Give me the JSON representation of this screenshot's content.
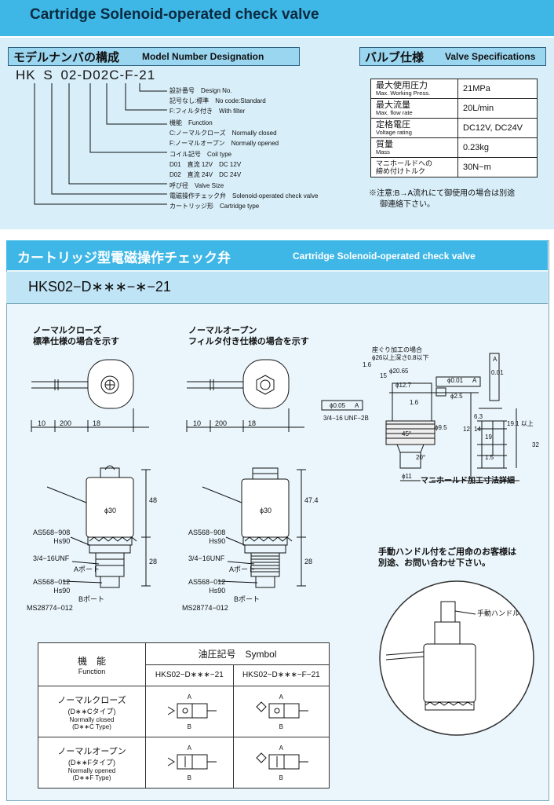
{
  "header": {
    "title": "Cartridge Solenoid-operated check valve"
  },
  "model_designation": {
    "heading_jp": "モデルナンバの構成",
    "heading_en": "Model Number Designation",
    "code_parts": [
      "HK",
      "S",
      "02",
      "-",
      "D02",
      "C",
      "-",
      "F",
      "-",
      "21"
    ],
    "items": [
      {
        "jp": "設計番号",
        "en": "Design No."
      },
      {
        "jp": "記号なし:標準",
        "en": "No code:Standard"
      },
      {
        "jp": "F:フィルタ付き",
        "en": "With filter"
      },
      {
        "jp": "機能",
        "en": "Function"
      },
      {
        "jp": "C:ノーマルクローズ",
        "en": "Normally closed"
      },
      {
        "jp": "F:ノーマルオープン",
        "en": "Normally opened"
      },
      {
        "jp": "コイル記号",
        "en": "Coil type"
      },
      {
        "jp": "D01　直流 12V",
        "en": "DC 12V"
      },
      {
        "jp": "D02　直流 24V",
        "en": "DC 24V"
      },
      {
        "jp": "呼び径",
        "en": "Valve Size"
      },
      {
        "jp": "電磁操作チェック弁",
        "en": "Solenoid-operated check valve"
      },
      {
        "jp": "カートリッジ形",
        "en": "Cartridge type"
      }
    ]
  },
  "valve_specifications": {
    "heading_jp": "バルブ仕様",
    "heading_en": "Valve Specifications",
    "rows": [
      {
        "jp": "最大使用圧力",
        "en": "Max. Working Press.",
        "value": "21MPa"
      },
      {
        "jp": "最大流量",
        "en": "Max. flow rate",
        "value": "20L/min"
      },
      {
        "jp": "定格電圧",
        "en": "Voltage rating",
        "value": "DC12V, DC24V"
      },
      {
        "jp": "質量",
        "en": "Mass",
        "value": "0.23kg"
      },
      {
        "jp": "マニホールドへの\n締め付けトルク",
        "en": "",
        "value": "30N−m"
      }
    ],
    "note_line1": "※注意:B→A流れにて御使用の場合は別途",
    "note_line2": "御連絡下さい。"
  },
  "main": {
    "title_jp": "カートリッジ型電磁操作チェック弁",
    "title_en": "Cartridge Solenoid-operated check valve",
    "model": "HKS02−D∗∗∗−∗−21",
    "view_nc_line1": "ノーマルクローズ",
    "view_nc_line2": "標準仕様の場合を示す",
    "view_no_line1": "ノーマルオープン",
    "view_no_line2": "フィルタ付き仕様の場合を示す",
    "dims_top": [
      "10",
      "200",
      "18"
    ],
    "dia": "ϕ30",
    "height_nc": "48",
    "height_no": "47.4",
    "height_lower": "28",
    "label_as568_908": "AS568−908",
    "label_hs90": "Hs90",
    "label_thread": "3/4−16UNF",
    "label_port_a": "Aポート",
    "label_as568_012": "AS568−012",
    "label_port_b": "Bポート",
    "label_ms": "MS28774−012",
    "manifold": {
      "caption": "マニホールド加工寸法詳細",
      "note_line1": "座ぐり加工の場合",
      "note_line2": "ϕ26以上深さ0.8以下",
      "thread": "3/4−16 UNF−2B",
      "dims": [
        "1.6",
        "15",
        "ϕ20.65",
        "ϕ12.7",
        "1.6",
        "ϕ0.01",
        "A",
        "0.01",
        "A",
        "ϕ0.05",
        "A",
        "ϕ2.5",
        "ϕ9.5",
        "6.3",
        "12",
        "14",
        "19",
        "32",
        "1.5",
        "ϕ11",
        "45°",
        "20°",
        "19.1 以上"
      ]
    },
    "manual_note_line1": "手動ハンドル付をご用命のお客様は",
    "manual_note_line2": "別途、お問い合わせ下さい。",
    "manual_handle": "手動ハンドル",
    "function_table": {
      "col1_jp": "機　能",
      "col1_en": "Function",
      "symbol_head": "油圧記号　Symbol",
      "model_std": "HKS02−D∗∗∗−21",
      "model_filter": "HKS02−D∗∗∗−F−21",
      "rows": [
        {
          "jp": "ノーマルクローズ",
          "type_jp": "(D∗∗Cタイプ)",
          "en": "Normally closed",
          "type_en": "(D∗∗C Type)"
        },
        {
          "jp": "ノーマルオープン",
          "type_jp": "(D∗∗Fタイプ)",
          "en": "Normally opened",
          "type_en": "(D∗∗F Type)"
        }
      ],
      "port_a": "A",
      "port_b": "B"
    }
  },
  "colors": {
    "accent": "#3fb7e6",
    "panel": "#d8eef9",
    "head": "#9bd6f1"
  }
}
